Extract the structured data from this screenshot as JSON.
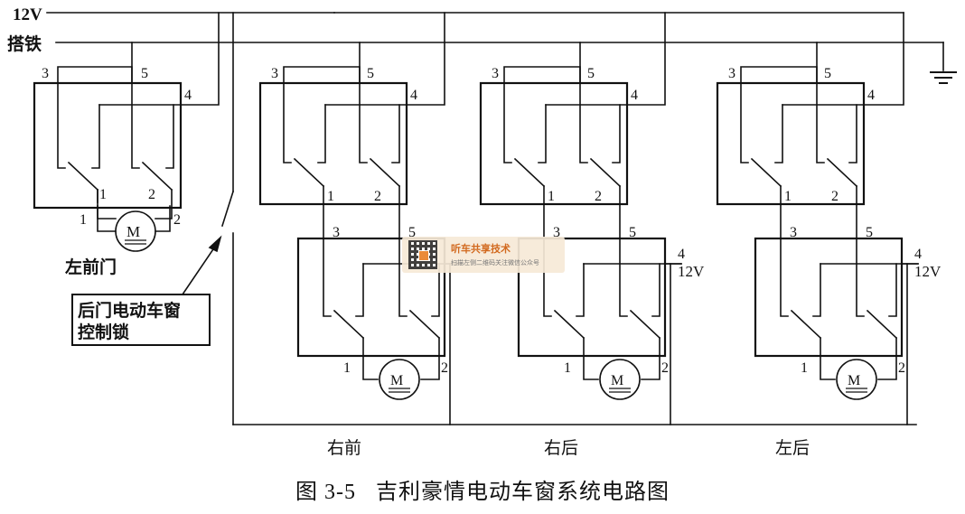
{
  "rails": {
    "supply": "12V",
    "ground": "搭铁"
  },
  "labels": {
    "left_front": "左前门",
    "lock_line1": "后门电动车窗",
    "lock_line2": "控制锁",
    "right_front": "右前",
    "right_rear": "右后",
    "left_rear": "左后",
    "supply_tag": "12V"
  },
  "pins": [
    "1",
    "2",
    "3",
    "4",
    "5"
  ],
  "motor_symbol": "M",
  "caption": {
    "figure": "图 3-5",
    "title": "吉利豪情电动车窗系统电路图"
  },
  "watermark": {
    "title": "听车共享技术",
    "subtitle": "扫描左侧二维码关注微信公众号",
    "logo": "qr-code-icon"
  },
  "colors": {
    "line": "#111111",
    "background": "#ffffff",
    "watermark_text": "#d2691e"
  }
}
